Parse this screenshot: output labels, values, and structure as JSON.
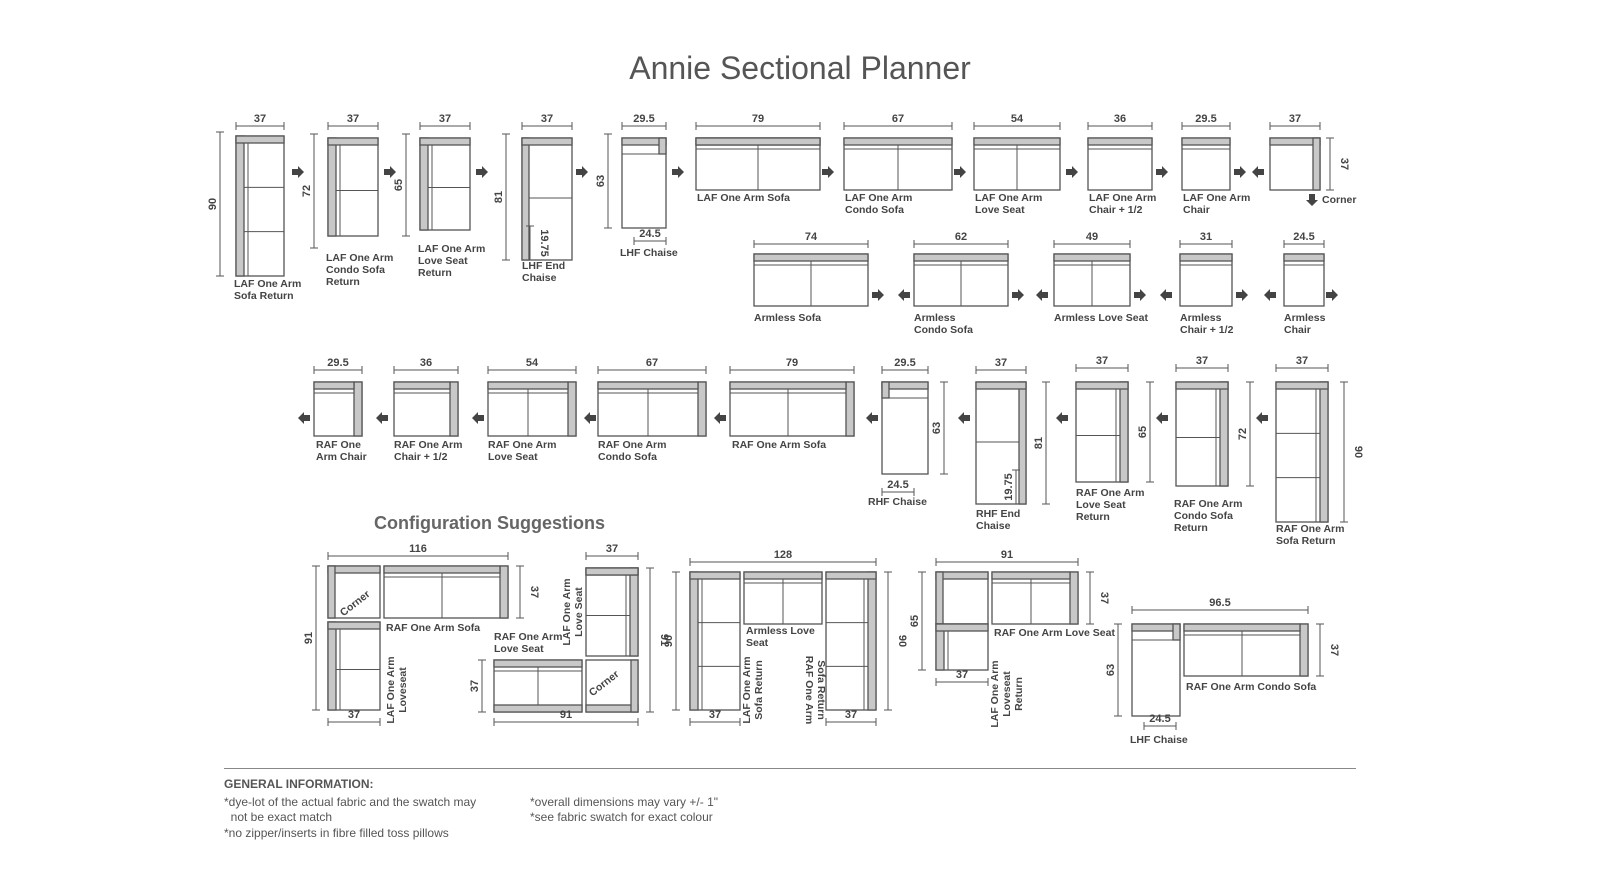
{
  "title": "Annie Sectional Planner",
  "config_title": "Configuration Suggestions",
  "general": {
    "heading": "GENERAL INFORMATION:",
    "notes": [
      "*dye-lot of the actual fabric and the swatch may",
      "  not be exact match",
      "*no zipper/inserts in fibre filled toss pillows",
      "*overall dimensions may vary +/- 1\"",
      "*see fabric swatch for exact colour"
    ]
  },
  "pieces": [
    {
      "id": "laf-sofa-return",
      "label": [
        "LAF One Arm",
        "Sofa Return"
      ],
      "width": "37",
      "depth": "90"
    },
    {
      "id": "laf-condo-return",
      "label": [
        "LAF One Arm",
        "Condo Sofa",
        "Return"
      ],
      "width": "37",
      "depth": "72"
    },
    {
      "id": "laf-loveseat-return",
      "label": [
        "LAF One Arm",
        "Love Seat",
        "Return"
      ],
      "width": "37",
      "depth": "65"
    },
    {
      "id": "lhf-end-chaise",
      "label": [
        "LHF End",
        "Chaise"
      ],
      "width": "37",
      "depth": "81",
      "inner": "19.75"
    },
    {
      "id": "lhf-chaise",
      "label": [
        "LHF Chaise"
      ],
      "width": "29.5",
      "depth": "63",
      "inner": "24.5"
    },
    {
      "id": "laf-sofa",
      "label": [
        "LAF One Arm Sofa"
      ],
      "width": "79"
    },
    {
      "id": "laf-condo",
      "label": [
        "LAF One Arm",
        "Condo Sofa"
      ],
      "width": "67"
    },
    {
      "id": "laf-loveseat",
      "label": [
        "LAF One Arm",
        "Love Seat"
      ],
      "width": "54"
    },
    {
      "id": "laf-chair-half",
      "label": [
        "LAF One Arm",
        "Chair + 1/2"
      ],
      "width": "36"
    },
    {
      "id": "laf-chair",
      "label": [
        "LAF One Arm",
        "Chair"
      ],
      "width": "29.5"
    },
    {
      "id": "corner",
      "label": [
        "Corner"
      ],
      "width": "37",
      "depth": "37"
    },
    {
      "id": "armless-sofa",
      "label": [
        "Armless Sofa"
      ],
      "width": "74"
    },
    {
      "id": "armless-condo",
      "label": [
        "Armless",
        "Condo Sofa"
      ],
      "width": "62"
    },
    {
      "id": "armless-loveseat",
      "label": [
        "Armless Love Seat"
      ],
      "width": "49"
    },
    {
      "id": "armless-chair-half",
      "label": [
        "Armless",
        "Chair + 1/2"
      ],
      "width": "31"
    },
    {
      "id": "armless-chair",
      "label": [
        "Armless",
        "Chair"
      ],
      "width": "24.5"
    },
    {
      "id": "raf-chair",
      "label": [
        "RAF One",
        "Arm Chair"
      ],
      "width": "29.5"
    },
    {
      "id": "raf-chair-half",
      "label": [
        "RAF One Arm",
        "Chair + 1/2"
      ],
      "width": "36"
    },
    {
      "id": "raf-loveseat",
      "label": [
        "RAF One Arm",
        "Love Seat"
      ],
      "width": "54"
    },
    {
      "id": "raf-condo",
      "label": [
        "RAF One Arm",
        "Condo Sofa"
      ],
      "width": "67"
    },
    {
      "id": "raf-sofa",
      "label": [
        "RAF One Arm Sofa"
      ],
      "width": "79"
    },
    {
      "id": "rhf-chaise",
      "label": [
        "RHF Chaise"
      ],
      "width": "29.5",
      "depth": "63",
      "inner": "24.5"
    },
    {
      "id": "rhf-end-chaise",
      "label": [
        "RHF End",
        "Chaise"
      ],
      "width": "37",
      "depth": "81",
      "inner": "19.75"
    },
    {
      "id": "raf-loveseat-return",
      "label": [
        "RAF One Arm",
        "Love Seat",
        "Return"
      ],
      "width": "37",
      "depth": "65"
    },
    {
      "id": "raf-condo-return",
      "label": [
        "RAF One Arm",
        "Condo Sofa",
        "Return"
      ],
      "width": "37",
      "depth": "72"
    },
    {
      "id": "raf-sofa-return",
      "label": [
        "RAF One Arm",
        "Sofa Return"
      ],
      "width": "37",
      "depth": "90"
    }
  ],
  "configs": [
    {
      "id": "config-1",
      "dims": [
        "116",
        "91",
        "37",
        "37"
      ],
      "labels": [
        "Corner",
        "RAF One Arm Sofa",
        "LAF One Arm Loveseat"
      ]
    },
    {
      "id": "config-2",
      "dims": [
        "37",
        "91",
        "37",
        "91"
      ],
      "labels": [
        "LAF One Arm Love Seat",
        "RAF One Arm Love Seat",
        "Corner"
      ]
    },
    {
      "id": "config-3",
      "dims": [
        "128",
        "90",
        "90",
        "37",
        "37"
      ],
      "labels": [
        "Armless Love Seat",
        "LAF One Arm Sofa Return",
        "RAF One Arm Sofa Return"
      ]
    },
    {
      "id": "config-4",
      "dims": [
        "91",
        "65",
        "37",
        "37"
      ],
      "labels": [
        "RAF One Arm Love Seat",
        "LAF One Arm Loveseat Return"
      ]
    },
    {
      "id": "config-5",
      "dims": [
        "96.5",
        "63",
        "37",
        "24.5"
      ],
      "labels": [
        "RAF One Arm Condo Sofa",
        "LHF Chaise"
      ]
    }
  ]
}
